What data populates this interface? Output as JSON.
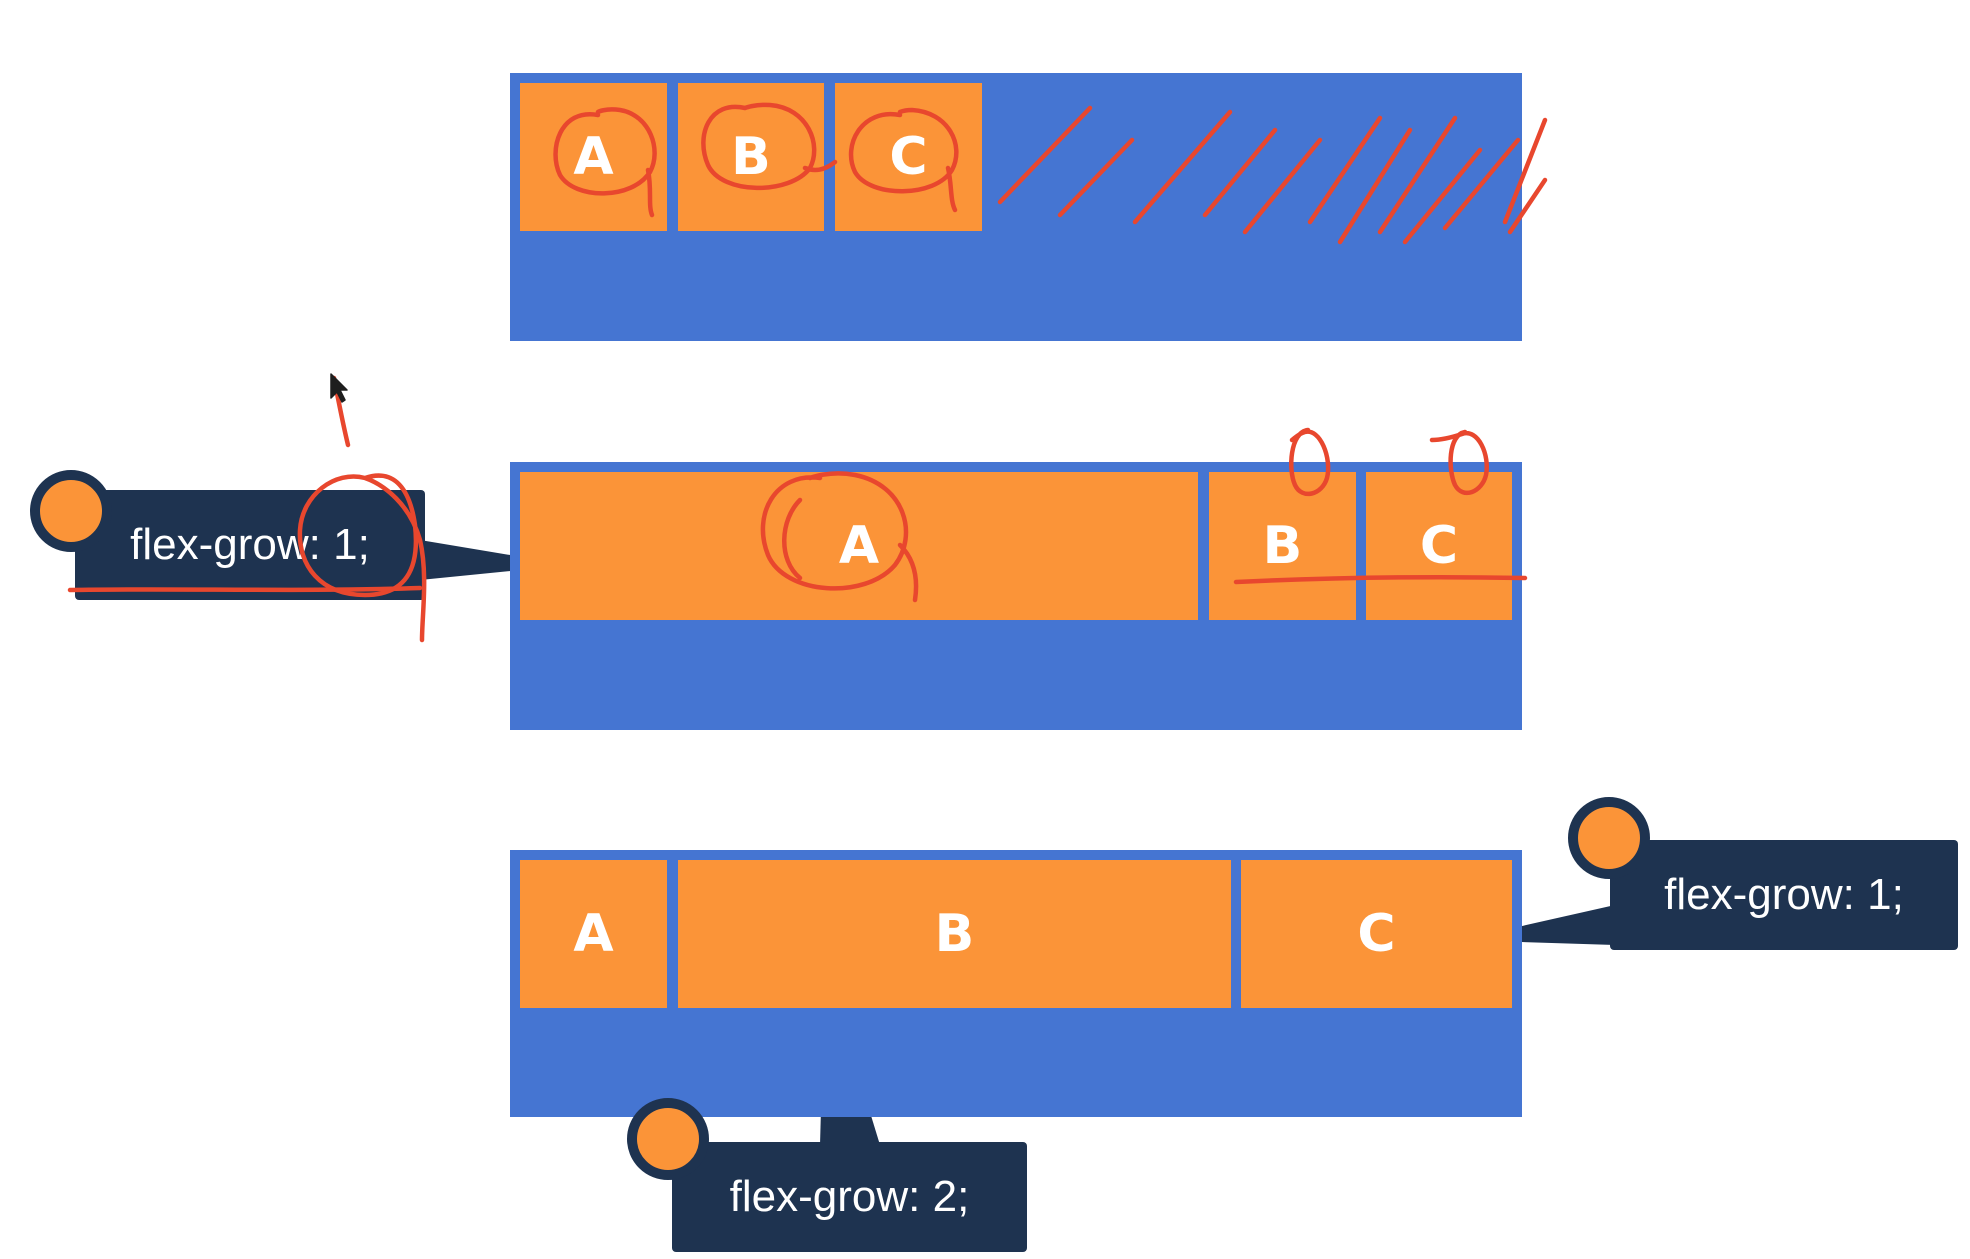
{
  "colors": {
    "container": "#4575d2",
    "item": "#fb9438",
    "callout": "#1e3350",
    "annotation": "#e8472e"
  },
  "row1": {
    "a": "A",
    "b": "B",
    "c": "C"
  },
  "row2": {
    "a": "A",
    "b": "B",
    "c": "C",
    "callout_a": "flex-grow: 1;",
    "mark_b": "0",
    "mark_c": "0"
  },
  "row3": {
    "a": "A",
    "b": "B",
    "c": "C",
    "callout_b": "flex-grow: 2;",
    "callout_c": "flex-grow: 1;"
  }
}
